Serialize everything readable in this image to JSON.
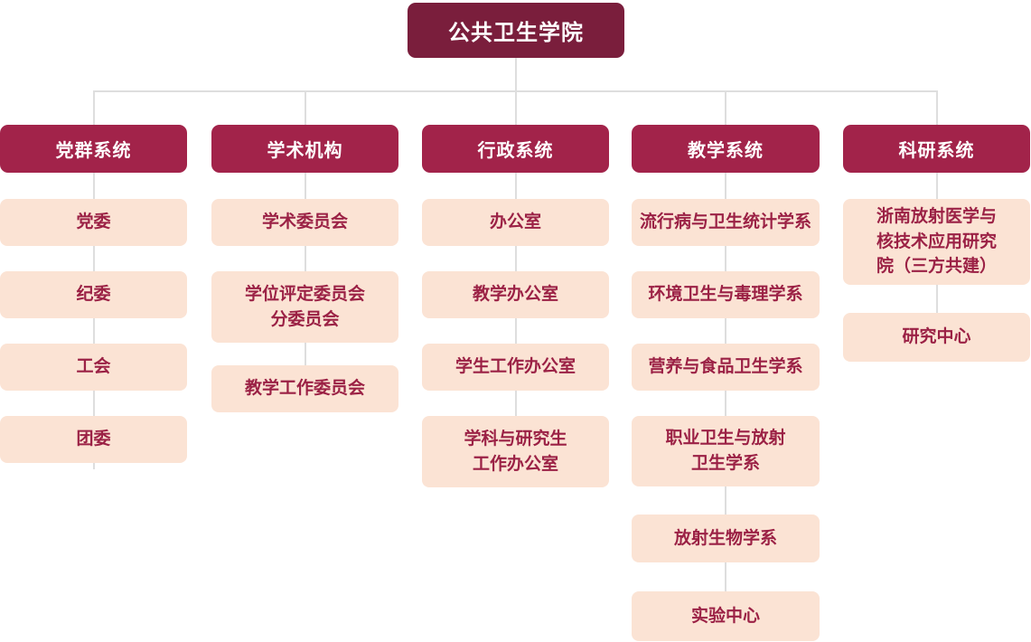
{
  "title": "公共卫生学院",
  "colors": {
    "root_bg": "#7a1e3c",
    "root_text": "#ffffff",
    "header_bg": "#a2234a",
    "header_text": "#ffffff",
    "item_bg": "#fbe3d4",
    "item_text": "#9b2145",
    "connector": "#dedede"
  },
  "columns": [
    {
      "header": "党群系统",
      "items": [
        {
          "label": "党委"
        },
        {
          "label": "纪委"
        },
        {
          "label": "工会"
        },
        {
          "label": "团委"
        }
      ]
    },
    {
      "header": "学术机构",
      "items": [
        {
          "label": "学术委员会"
        },
        {
          "label": "学位评定委员会\n分委员会"
        },
        {
          "label": "教学工作委员会"
        }
      ]
    },
    {
      "header": "行政系统",
      "items": [
        {
          "label": "办公室"
        },
        {
          "label": "教学办公室"
        },
        {
          "label": "学生工作办公室"
        },
        {
          "label": "学科与研究生\n工作办公室"
        }
      ]
    },
    {
      "header": "教学系统",
      "items": [
        {
          "label": "流行病与卫生统计学系"
        },
        {
          "label": "环境卫生与毒理学系"
        },
        {
          "label": "营养与食品卫生学系"
        },
        {
          "label": "职业卫生与放射\n卫生学系"
        },
        {
          "label": "放射生物学系"
        },
        {
          "label": "实验中心"
        }
      ]
    },
    {
      "header": "科研系统",
      "items": [
        {
          "label": "浙南放射医学与\n核技术应用研究\n院（三方共建）"
        },
        {
          "label": "研究中心"
        }
      ]
    }
  ]
}
